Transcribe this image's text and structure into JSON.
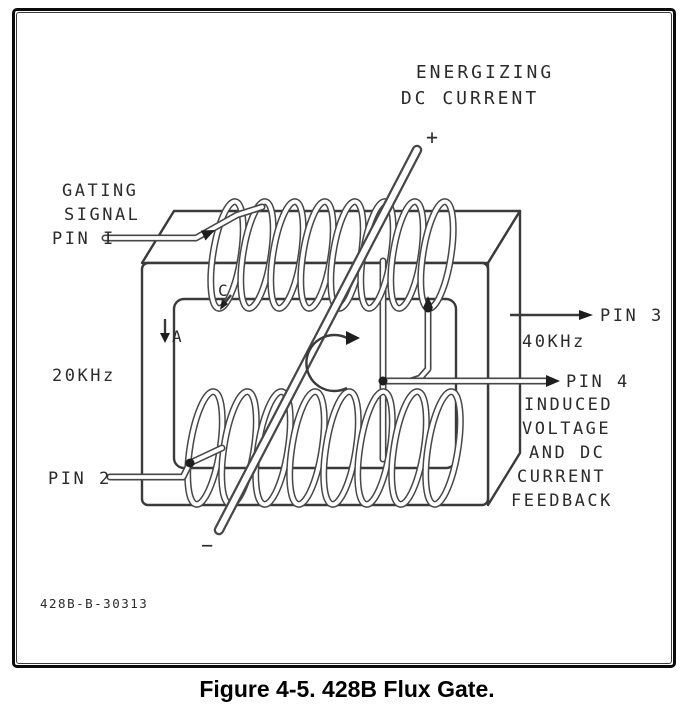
{
  "figure": {
    "caption": "Figure 4-5. 428B Flux Gate.",
    "drawing_number": "428B-B-30313"
  },
  "diagram": {
    "labels": {
      "energizing_line1": "ENERGIZING",
      "energizing_line2": "DC CURRENT",
      "polarity_plus": "+",
      "polarity_minus": "−",
      "gating_line1": "GATING",
      "gating_line2": "SIGNAL",
      "pin1": "PIN I",
      "pin2": "PIN 2",
      "pin3": "PIN 3",
      "pin4": "PIN 4",
      "left_frequency": "20KHz",
      "right_frequency": "40KHz",
      "pin4_desc_line1": "INDUCED",
      "pin4_desc_line2": "VOLTAGE",
      "pin4_desc_line3": "AND DC",
      "pin4_desc_line4": "CURRENT",
      "pin4_desc_line5": "FEEDBACK",
      "core_label_c": "C",
      "core_label_a": "A"
    }
  }
}
